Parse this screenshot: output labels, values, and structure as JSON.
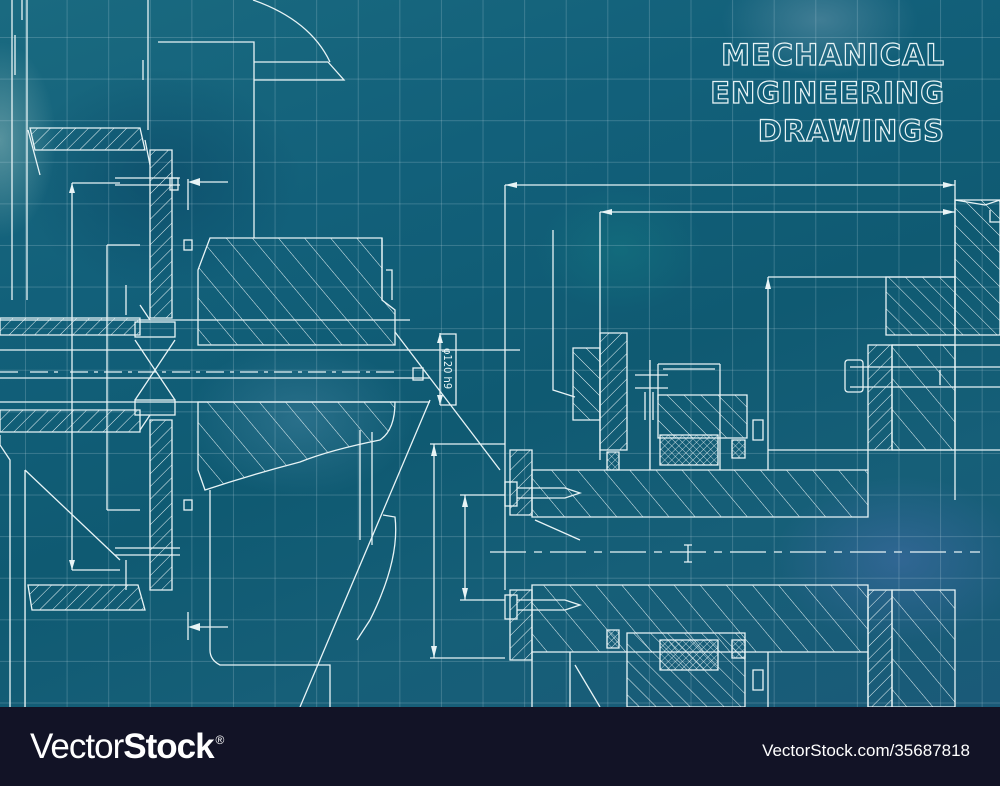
{
  "title": {
    "line1": "MECHANICAL",
    "line2": "ENGINEERING",
    "line3": "DRAWINGS"
  },
  "drawing": {
    "dimension_label": "φ120 h9",
    "background_color": "#12607a",
    "line_color": "#e8f4f6",
    "grid_color": "rgba(200,220,230,0.22)"
  },
  "footer": {
    "brand_light": "Vector",
    "brand_bold": "Stock",
    "brand_mark": "®",
    "reference": "VectorStock.com/35687818",
    "background_color": "#121326"
  }
}
